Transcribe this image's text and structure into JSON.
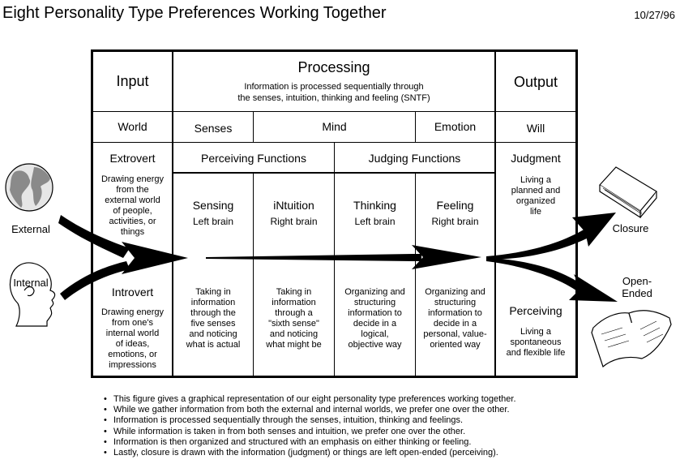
{
  "title": "Eight Personality Type Preferences Working Together",
  "date": "10/27/96",
  "header": {
    "input": "Input",
    "processing": "Processing",
    "processing_desc_1": "Information is processed sequentially through",
    "processing_desc_2": "the senses, intuition, thinking and feeling (SNTF)",
    "output": "Output"
  },
  "row2": {
    "world": "World",
    "senses": "Senses",
    "mind": "Mind",
    "emotion": "Emotion",
    "will": "Will"
  },
  "row3": {
    "extrovert": "Extrovert",
    "perceiving_functions": "Perceiving Functions",
    "judging_functions": "Judging Functions",
    "judgment": "Judgment"
  },
  "extrovert_desc": [
    "Drawing energy",
    "from the",
    "external world",
    "of people,",
    "activities, or",
    "things"
  ],
  "judgment_desc": [
    "Living a",
    "planned and",
    "organized",
    "life"
  ],
  "functions": [
    {
      "name": "Sensing",
      "brain": "Left brain",
      "desc": [
        "Taking in",
        "information",
        "through the",
        "five senses",
        "and noticing",
        "what is actual"
      ]
    },
    {
      "name": "iNtuition",
      "brain": "Right brain",
      "desc": [
        "Taking in",
        "information",
        "through a",
        "\"sixth sense\"",
        "and noticing",
        "what might be"
      ]
    },
    {
      "name": "Thinking",
      "brain": "Left brain",
      "desc": [
        "Organizing and",
        "structuring",
        "information to",
        "decide in a",
        "logical,",
        "objective way"
      ]
    },
    {
      "name": "Feeling",
      "brain": "Right brain",
      "desc": [
        "Organizing and",
        "structuring",
        "information to",
        "decide in a",
        "personal, value-",
        "oriented way"
      ]
    }
  ],
  "introvert": {
    "label": "Introvert",
    "desc": [
      "Drawing energy",
      "from one's",
      "internal world",
      "of ideas,",
      "emotions, or",
      "impressions"
    ]
  },
  "perceiving": {
    "label": "Perceiving",
    "desc": [
      "Living a",
      "spontaneous",
      "and flexible life"
    ]
  },
  "side": {
    "external": "External",
    "internal": "Internal",
    "closure": "Closure",
    "open_ended_1": "Open-",
    "open_ended_2": "Ended"
  },
  "notes": [
    "This figure gives a graphical representation of our eight personality type preferences working together.",
    "While we gather information from both the external and internal worlds, we prefer one over the other.",
    "Information is processed sequentially through the senses, intuition, thinking and feelings.",
    "While information is taken in from both senses and intuition, we prefer one over the other.",
    "Information is then organized and structured with an emphasis on either thinking or feeling.",
    "Lastly, closure is drawn with the information (judgment) or things are left open-ended (perceiving)."
  ]
}
